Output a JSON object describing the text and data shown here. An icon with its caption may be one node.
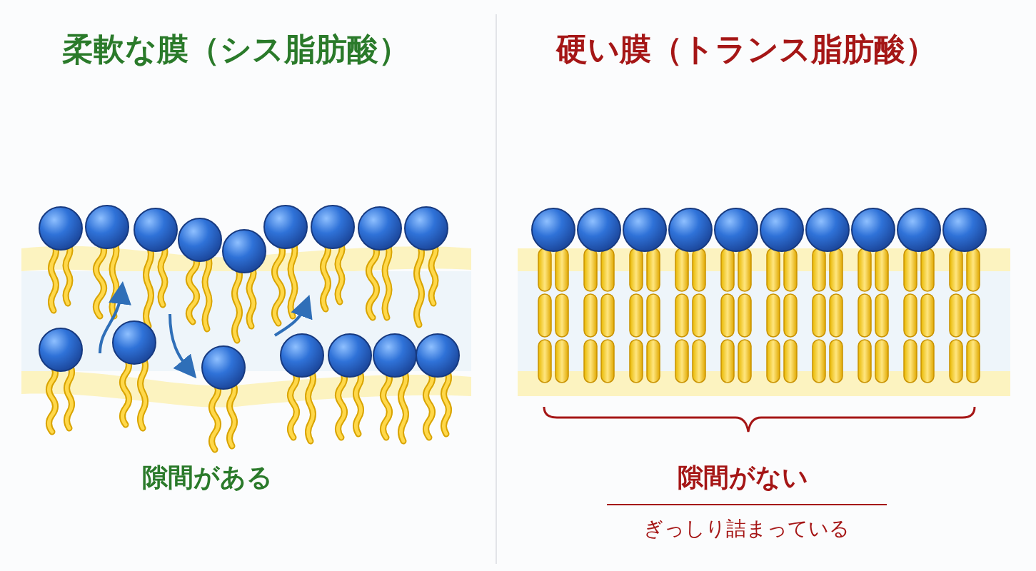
{
  "diagram": {
    "labels": [
      "柔軟な膜（シス脂肪酸）",
      "硬い膜（トランス脂肪酸）",
      "隙間がある",
      "隙間がない",
      "ぎっしり詰まっている"
    ]
  }
}
